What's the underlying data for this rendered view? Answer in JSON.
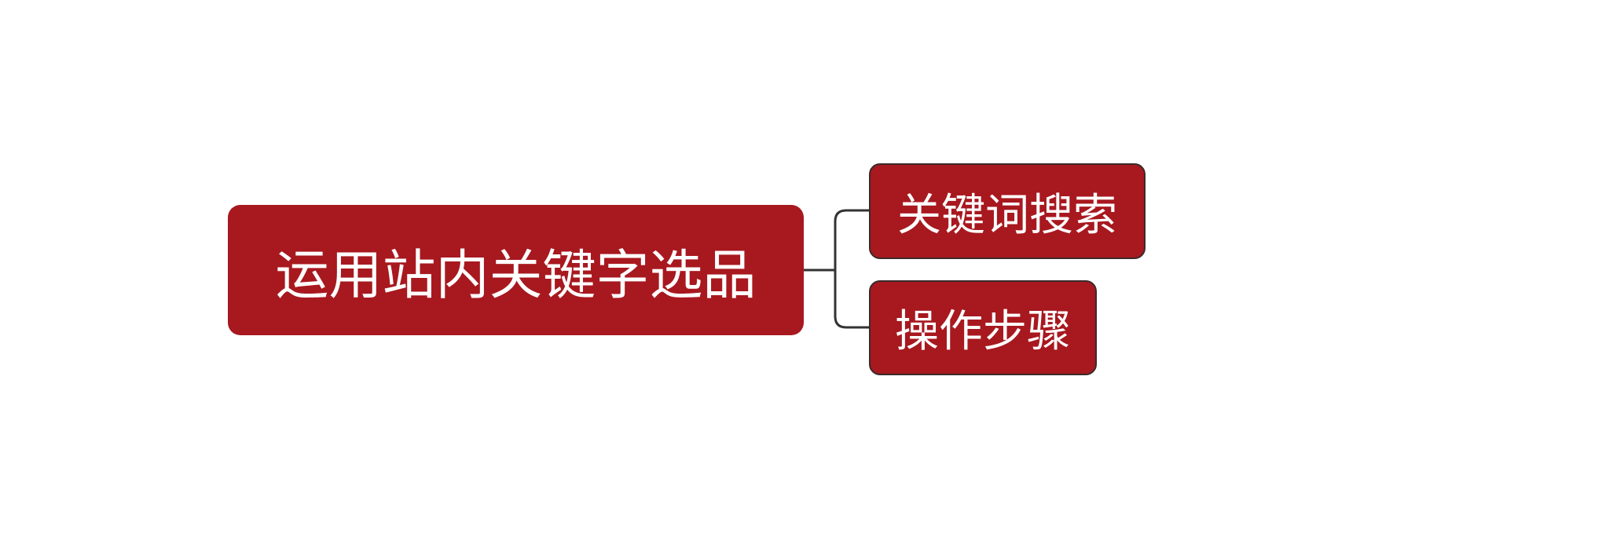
{
  "mindmap": {
    "root": {
      "label": "运用站内关键字选品"
    },
    "children": [
      {
        "label": "关键词搜索"
      },
      {
        "label": "操作步骤"
      }
    ],
    "colors": {
      "node_fill": "#a8181f",
      "text": "#ffffff",
      "connector": "#333333"
    }
  }
}
